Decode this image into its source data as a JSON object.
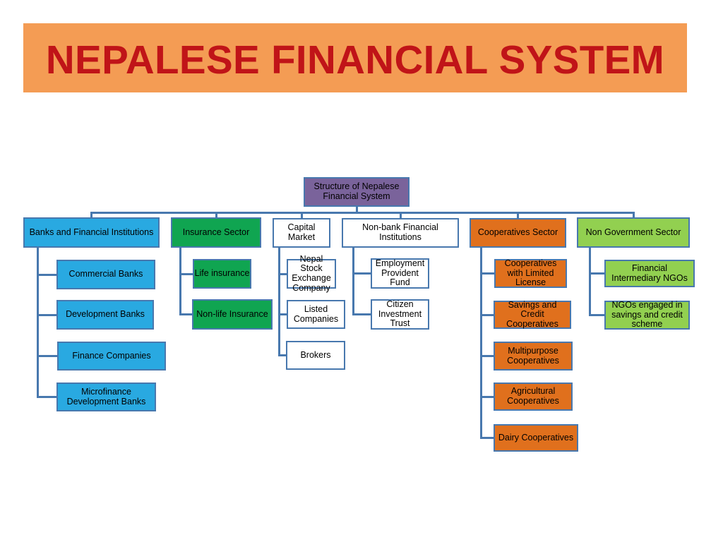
{
  "banner": {
    "title": "NEPALESE FINANCIAL SYSTEM"
  },
  "colors": {
    "banner_fill": "#F49C54",
    "title_text": "#C01418",
    "node_border": "#4878AE",
    "connector": "#4878AE",
    "root_fill_purple": "#7A639B",
    "banks_fill_cyan": "#29A9E1",
    "insurance_fill_green": "#10A551",
    "capital_nonbank_fill_white": "#FFFFFF",
    "cooperatives_fill_orange": "#E0701D",
    "nongov_fill_lime": "#92D050",
    "node_text": "#000000",
    "background": "#FFFFFF"
  },
  "diagram": {
    "root": {
      "label": "Structure of Nepalese Financial System"
    },
    "sectors": [
      {
        "label": "Banks and Financial Institutions",
        "children": [
          {
            "label": "Commercial Banks"
          },
          {
            "label": "Development Banks"
          },
          {
            "label": "Finance Companies"
          },
          {
            "label": "Microfinance Development Banks"
          }
        ]
      },
      {
        "label": "Insurance Sector",
        "children": [
          {
            "label": "Life insurance"
          },
          {
            "label": "Non-life Insurance"
          }
        ]
      },
      {
        "label": "Capital Market",
        "children": [
          {
            "label": "Nepal Stock Exchange Company"
          },
          {
            "label": "Listed Companies"
          },
          {
            "label": "Brokers"
          }
        ]
      },
      {
        "label": "Non-bank Financial Institutions",
        "children": [
          {
            "label": "Employment Provident Fund"
          },
          {
            "label": "Citizen Investment Trust"
          }
        ]
      },
      {
        "label": "Cooperatives Sector",
        "children": [
          {
            "label": "Cooperatives with Limited License"
          },
          {
            "label": "Savings and Credit Cooperatives"
          },
          {
            "label": "Multipurpose Cooperatives"
          },
          {
            "label": "Agricultural Cooperatives"
          },
          {
            "label": "Dairy Cooperatives"
          }
        ]
      },
      {
        "label": "Non Government Sector",
        "children": [
          {
            "label": "Financial Intermediary NGOs"
          },
          {
            "label": "NGOs engaged in savings and credit scheme"
          }
        ]
      }
    ]
  }
}
